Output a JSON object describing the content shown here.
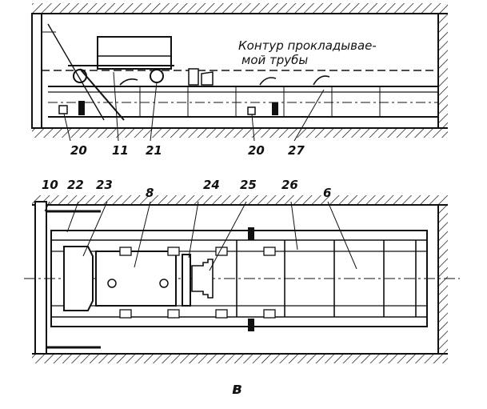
{
  "top_view": {
    "contour_text_line1": "Контур прокладывае-",
    "contour_text_line2": "мой трубы",
    "callouts": [
      "20",
      "11",
      "21",
      "20",
      "27"
    ]
  },
  "plan_view": {
    "callouts": [
      "10",
      "22",
      "23",
      "8",
      "24",
      "25",
      "26",
      "6"
    ]
  },
  "figure_letter": "в",
  "colors": {
    "ink": "#111111",
    "paper": "#ffffff"
  }
}
